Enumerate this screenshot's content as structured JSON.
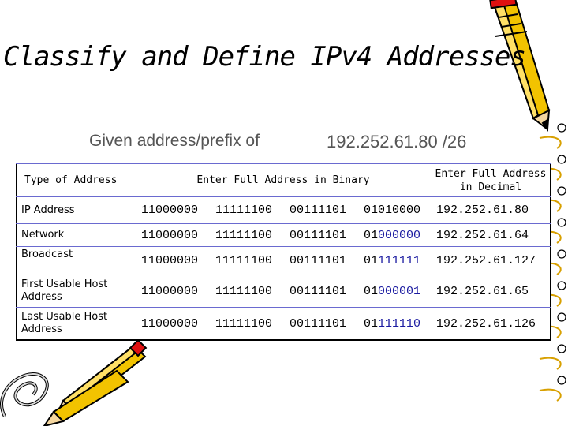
{
  "title": "Classify and Define IPv4 Addresses",
  "given": {
    "label": "Given address/prefix of",
    "value": "192.252.61.80 /26"
  },
  "table": {
    "headers": {
      "type": "Type of Address",
      "binary": "Enter Full Address in Binary",
      "decimal_line1": "Enter Full Address",
      "decimal_line2": "in Decimal"
    },
    "rows": [
      {
        "label": "IP Address",
        "o1": "11000000",
        "o2": "11111100",
        "o3": "00111101",
        "o4_net": "01010000",
        "o4_host": "",
        "decimal": "192.252.61.80"
      },
      {
        "label": "Network",
        "o1": "11000000",
        "o2": "11111100",
        "o3": "00111101",
        "o4_net": "01",
        "o4_host": "000000",
        "decimal": "192.252.61.64"
      },
      {
        "label": "Broadcast",
        "o1": "11000000",
        "o2": "11111100",
        "o3": "00111101",
        "o4_net": "01",
        "o4_host": "111111",
        "decimal": "192.252.61.127"
      },
      {
        "label": "First Usable Host Address",
        "o1": "11000000",
        "o2": "11111100",
        "o3": "00111101",
        "o4_net": "01",
        "o4_host": "000001",
        "decimal": "192.252.61.65"
      },
      {
        "label": "Last Usable Host Address",
        "o1": "11000000",
        "o2": "11111100",
        "o3": "00111101",
        "o4_net": "01",
        "o4_host": "111110",
        "decimal": "192.252.61.126"
      }
    ]
  },
  "decorations": {
    "pencil_top_right": "pencil-icon",
    "pencils_bottom_left": "pencils-icon",
    "paperclip": "paperclip-icon",
    "spiral": "spiral-binding"
  }
}
